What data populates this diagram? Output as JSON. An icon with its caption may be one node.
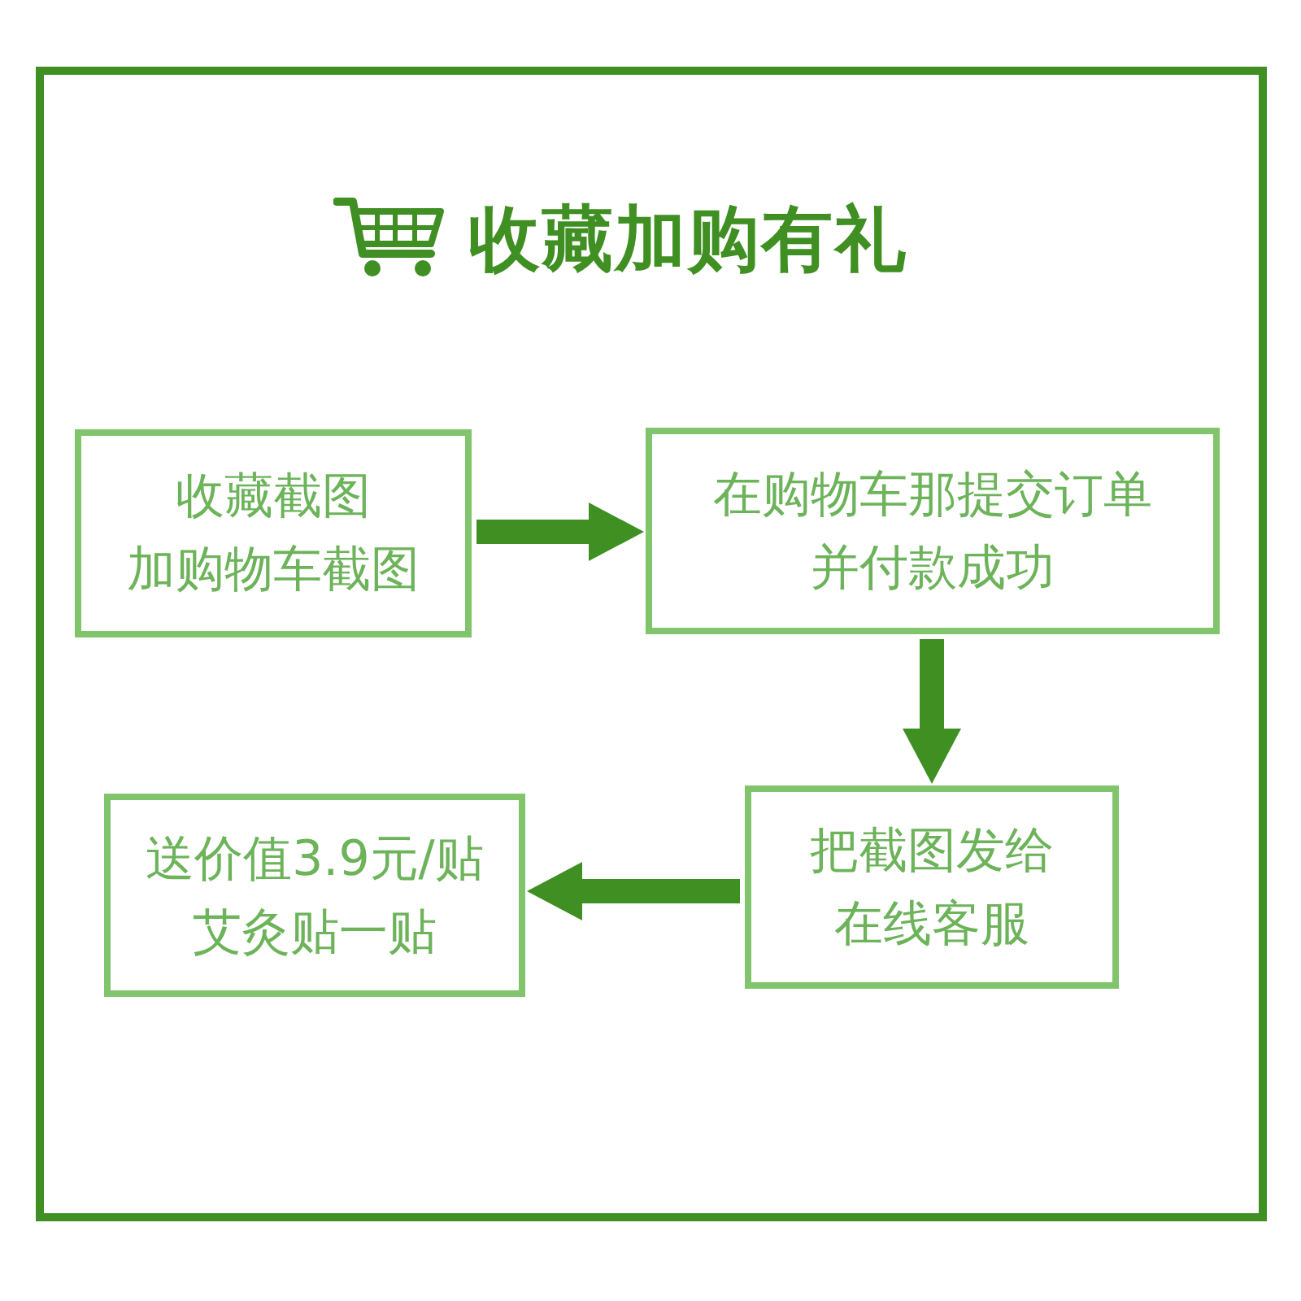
{
  "diagram": {
    "title": "收藏加购有礼",
    "nodes": [
      {
        "text": [
          "收藏截图",
          "加购物车截图"
        ]
      },
      {
        "text": [
          "在购物车那提交订单",
          "并付款成功"
        ]
      },
      {
        "text": [
          "把截图发给",
          "在线客服"
        ]
      },
      {
        "text": [
          "送价值3.9元/贴",
          "艾灸贴一贴"
        ]
      }
    ],
    "edges": [
      {
        "from": 0,
        "to": 1,
        "arrow": "to"
      },
      {
        "from": 1,
        "to": 2,
        "arrow": "to"
      },
      {
        "from": 2,
        "to": 3,
        "arrow": "to"
      }
    ]
  }
}
